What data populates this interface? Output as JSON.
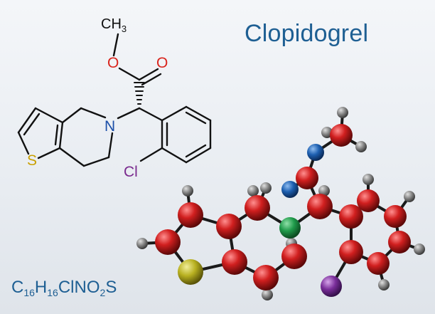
{
  "title": "Clopidogrel",
  "formula": {
    "parts": [
      {
        "el": "C",
        "sub": "16"
      },
      {
        "el": "H",
        "sub": "16"
      },
      {
        "el": "ClNO",
        "sub": "2"
      },
      {
        "el": "S",
        "sub": ""
      }
    ]
  },
  "structure_labels": {
    "methyl": "CH3",
    "ester_oxygen": "O",
    "carbonyl_oxygen": "O",
    "nitrogen": "N",
    "sulfur": "S",
    "chlorine": "Cl"
  },
  "colors": {
    "title": "#1e5f93",
    "oxygen": "#d9241c",
    "nitrogen": "#1b4fa8",
    "sulfur": "#c9a000",
    "chlorine": "#7a2a8e",
    "carbon_ball": "#d11f1f",
    "hydrogen_ball": "#8a8a8a",
    "nitrogen_ball": "#1f9a4a",
    "oxygen_ball": "#1d5fb0",
    "sulfur_ball": "#b8b020",
    "chlorine_ball": "#7a2e9a"
  }
}
